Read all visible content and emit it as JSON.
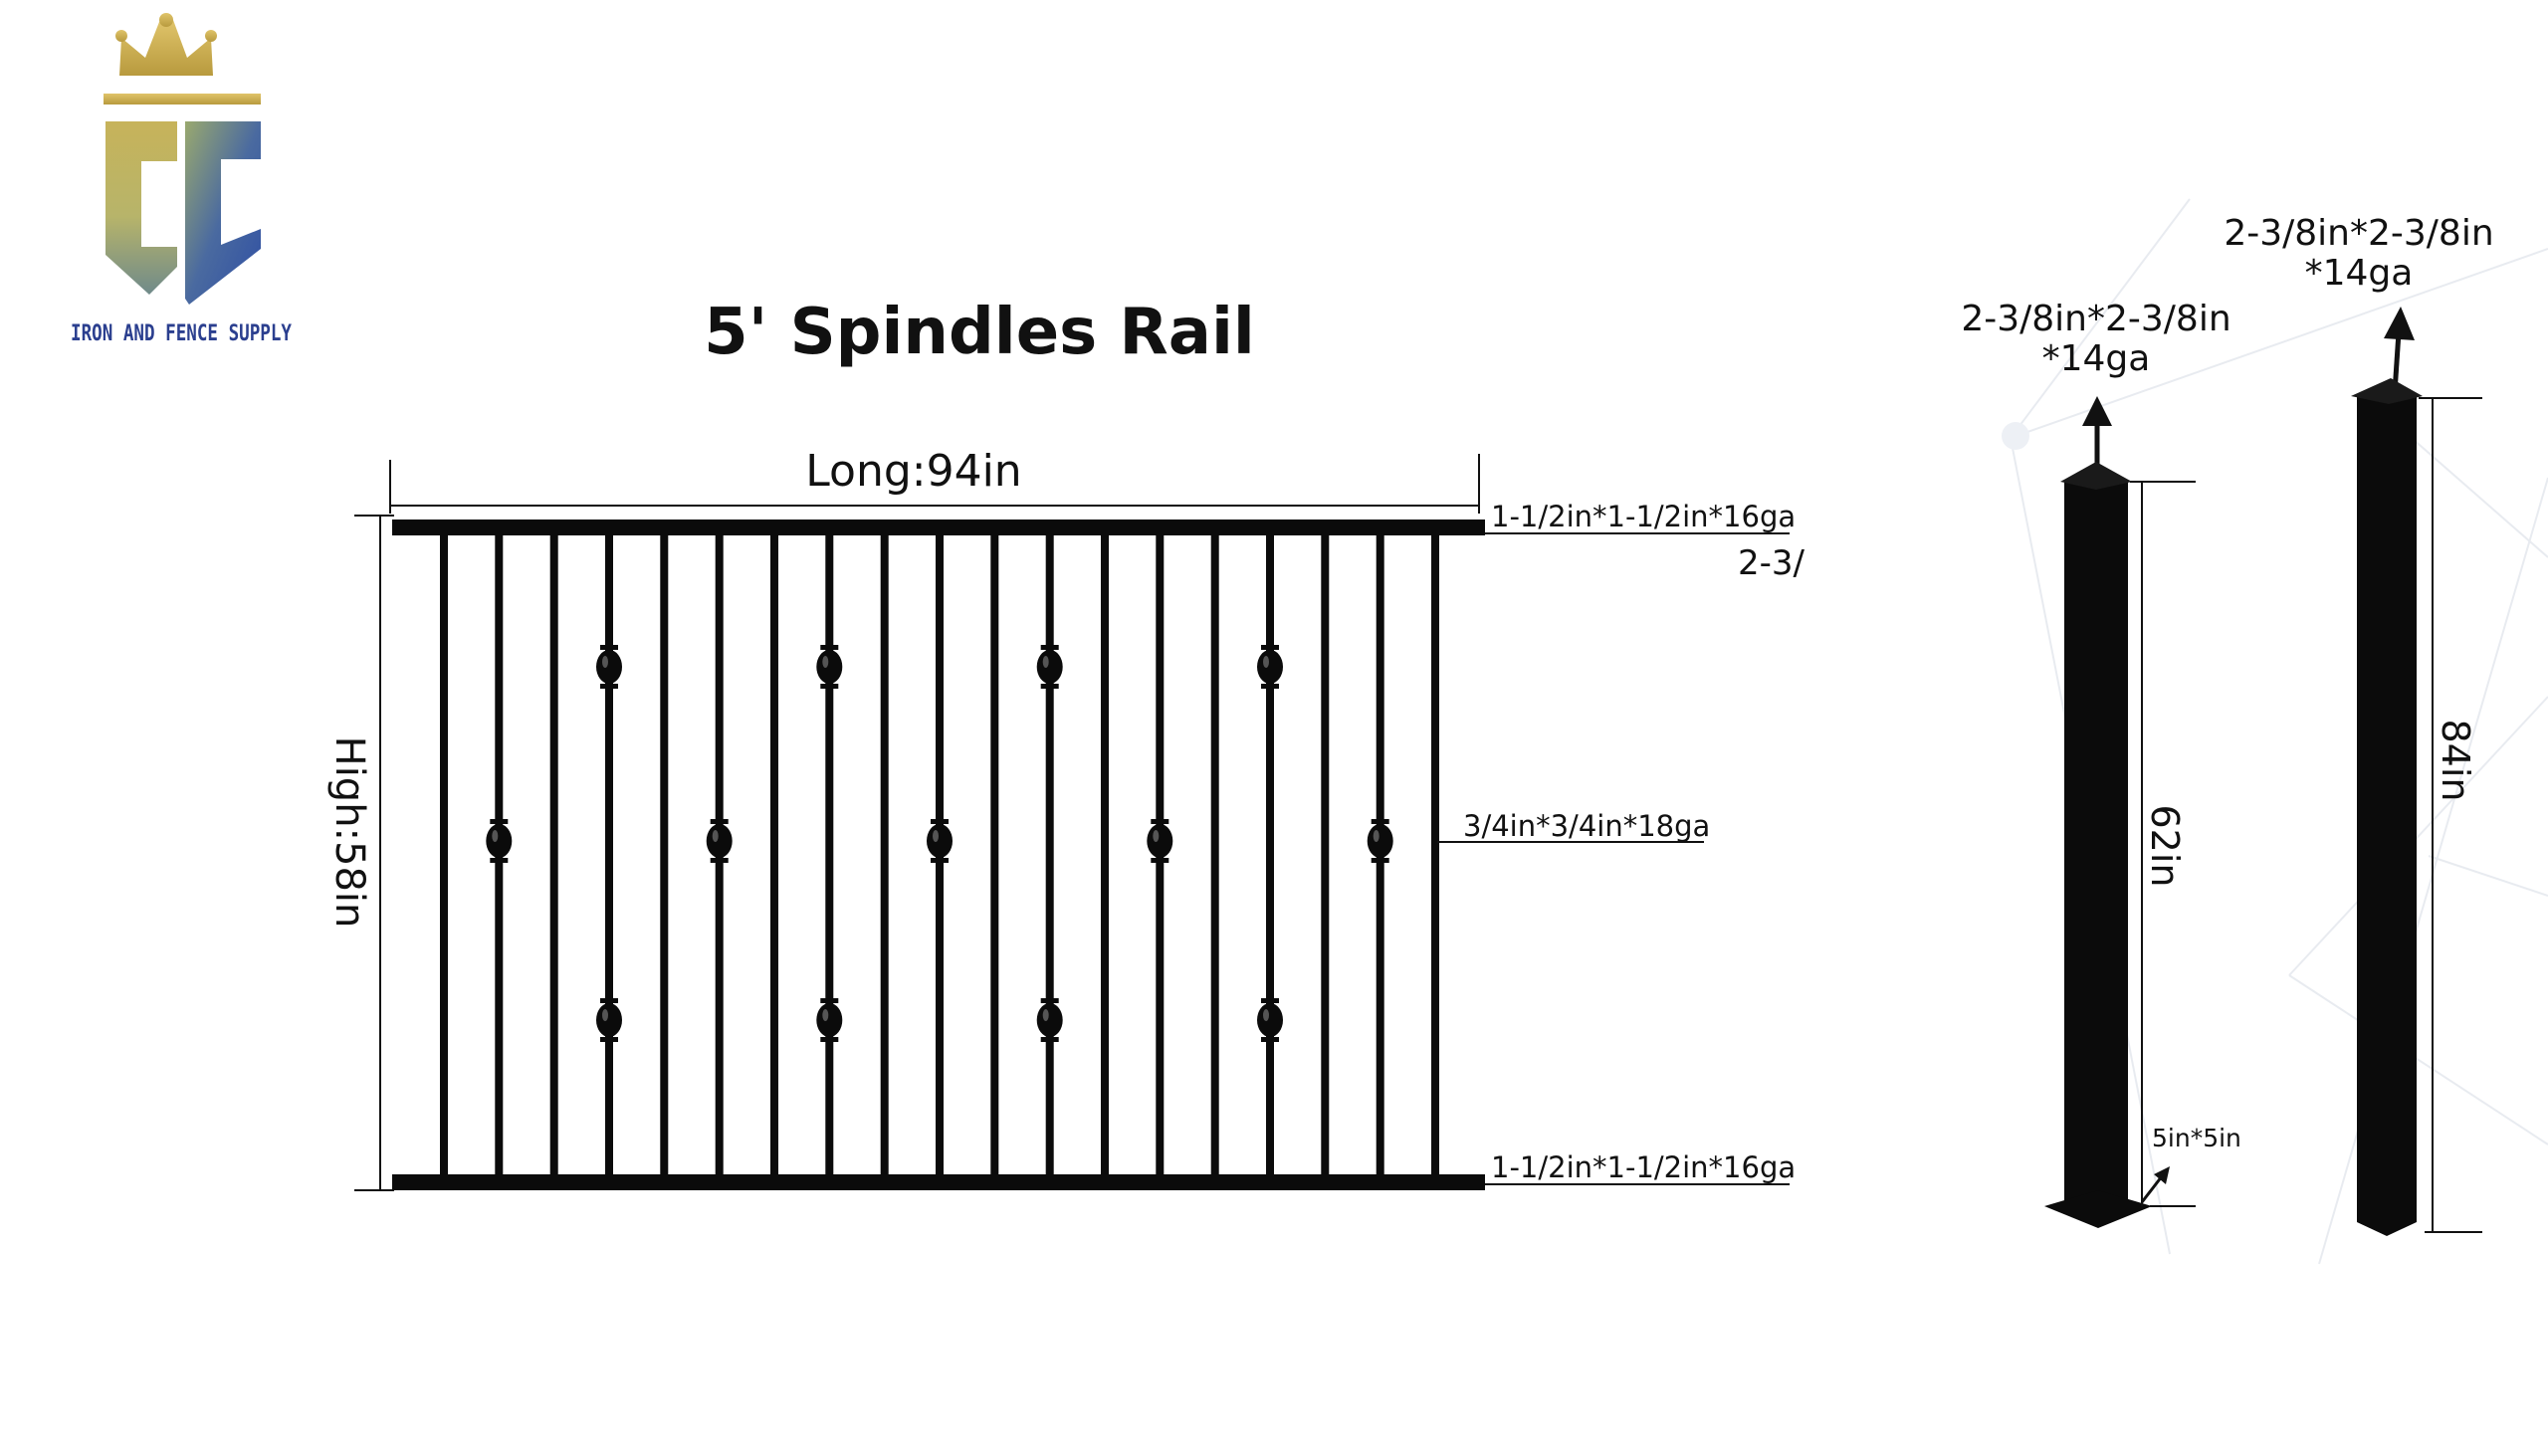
{
  "brand": {
    "name": "IRON AND FENCE SUPPLY",
    "colors": {
      "gold": "#c7b35a",
      "blue": "#2f4fa3",
      "text": "#2b3f8f"
    },
    "icons": [
      "crown-icon",
      "cc-monogram-icon"
    ]
  },
  "title": "5' Spindles Rail",
  "rail": {
    "length_label": "Long:94in",
    "height_label": "High:58in",
    "top_rail_spec": "1-1/2in*1-1/2in*16ga",
    "bottom_rail_spec": "1-1/2in*1-1/2in*16ga",
    "picket_spec": "3/4in*3/4in*18ga",
    "truncated_spec": "2-3/",
    "picket_count": 19,
    "knuckle_rows": {
      "upper": [
        3,
        7,
        11,
        15
      ],
      "middle": [
        1,
        5,
        9,
        13,
        17
      ],
      "lower": [
        3,
        7,
        11,
        15
      ]
    }
  },
  "posts": [
    {
      "spec_line1": "2-3/8in*2-3/8in",
      "spec_line2": "*14ga",
      "height_label": "62in",
      "base_label": "5in*5in"
    },
    {
      "spec_line1": "2-3/8in*2-3/8in",
      "spec_line2": "*14ga",
      "height_label": "84in"
    }
  ]
}
